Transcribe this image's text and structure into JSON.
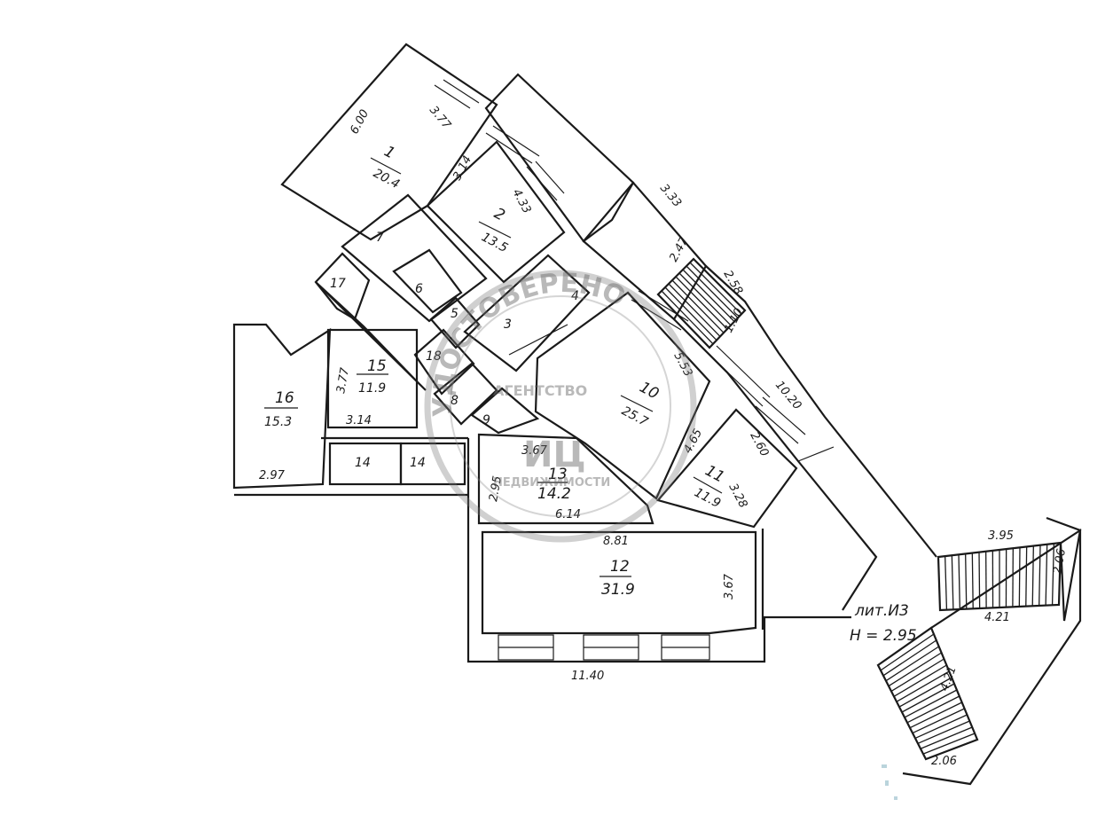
{
  "rooms": [
    {
      "id": "1",
      "area": "20.4"
    },
    {
      "id": "2",
      "area": "13.5"
    },
    {
      "id": "7",
      "area": ""
    },
    {
      "id": "17",
      "area": ""
    },
    {
      "id": "6",
      "area": ""
    },
    {
      "id": "5",
      "area": ""
    },
    {
      "id": "4",
      "area": ""
    },
    {
      "id": "3",
      "area": ""
    },
    {
      "id": "18",
      "area": ""
    },
    {
      "id": "8",
      "area": ""
    },
    {
      "id": "9",
      "area": ""
    },
    {
      "id": "10",
      "area": "25.7"
    },
    {
      "id": "11",
      "area": "11.9"
    },
    {
      "id": "12",
      "area": "31.9"
    },
    {
      "id": "13",
      "area": "14.2"
    },
    {
      "id": "14",
      "area": ""
    },
    {
      "id": "14",
      "area": ""
    },
    {
      "id": "15",
      "area": "11.9"
    },
    {
      "id": "16",
      "area": "15.3"
    }
  ],
  "dimensions": [
    "6.00",
    "3.77",
    "3.14",
    "4.33",
    "3.33",
    "2.47",
    "2.58",
    "1.10",
    "5.53",
    "10.20",
    "4.65",
    "2.60",
    "3.28",
    "3.67",
    "2.95",
    "6.14",
    "8.81",
    "3.67",
    "11.40",
    "3.77",
    "3.14",
    "2.97",
    "3.95",
    "2.06",
    "4.21",
    "4.21",
    "2.06"
  ],
  "building_label": "лит.И3",
  "height_label": "H = 2.95",
  "stamp": {
    "top_text": "УДОСТОВЕРЕНО",
    "middle_text": "АГЕНТСТВО",
    "logo_text": "ИЦ",
    "bottom_text": "НЕДВИЖИМОСТИ"
  }
}
